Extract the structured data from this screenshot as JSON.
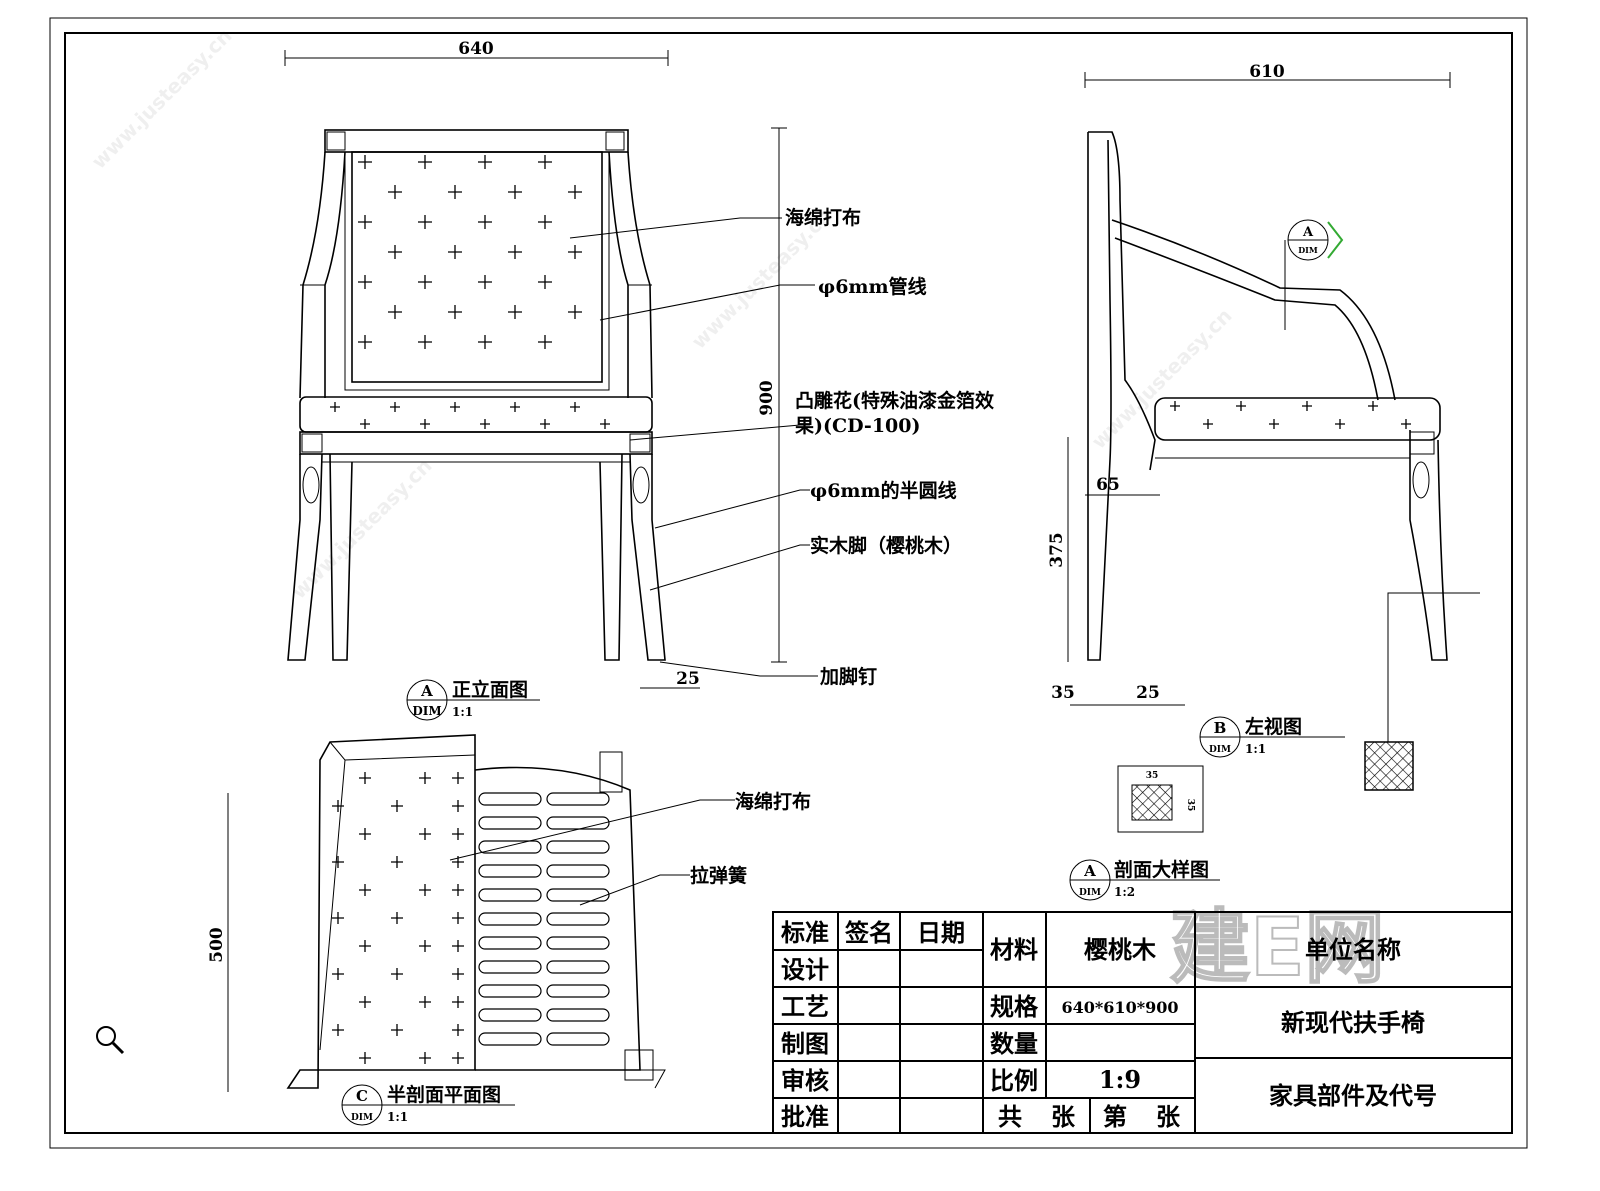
{
  "dimensions": {
    "front_width": "640",
    "side_depth": "610",
    "height": "900",
    "seat_height": "375",
    "leg_offset": "65",
    "foot_front": "25",
    "side_foot_a": "35",
    "side_foot_b": "25",
    "plan_depth": "500",
    "detail_w": "35",
    "detail_h": "35"
  },
  "annotations": {
    "sponge_fabric": "海绵打布",
    "pipe_line": "φ6mm管线",
    "carving_1": "凸雕花(特殊油漆金箔效",
    "carving_2": "果)(CD-100)",
    "half_round": "φ6mm的半圆线",
    "solid_leg": "实木脚（樱桃木）",
    "foot_nail": "加脚钉",
    "plan_sponge": "海绵打布",
    "spring": "拉弹簧"
  },
  "views": {
    "front": {
      "mark": "A",
      "sub": "DIM",
      "title": "正立面图",
      "scale": "1:1"
    },
    "side": {
      "mark": "B",
      "sub": "DIM",
      "title": "左视图",
      "scale": "1:1"
    },
    "section": {
      "mark": "A",
      "sub": "DIM",
      "title": "剖面大样图",
      "scale": "1:2"
    },
    "plan": {
      "mark": "C",
      "sub": "DIM",
      "title": "半剖面平面图",
      "scale": "1:1"
    },
    "callout": {
      "mark": "A",
      "sub": "DIM"
    }
  },
  "title_block": {
    "headers": [
      "标准",
      "签名",
      "日期"
    ],
    "roles": [
      "设计",
      "工艺",
      "制图",
      "审核",
      "批准"
    ],
    "material_label": "材料",
    "material_value": "樱桃木",
    "spec_label": "规格",
    "spec_value": "640*610*900",
    "qty_label": "数量",
    "scale_label": "比例",
    "scale_value": "1:9",
    "total_label": "共",
    "sheet_label": "张",
    "nth_label": "第",
    "sheet_label2": "张",
    "unit_name": "单位名称",
    "product_name": "新现代扶手椅",
    "parts_code": "家具部件及代号"
  },
  "watermark": {
    "logo": "建E网",
    "url": "www.justeasy.cn"
  }
}
